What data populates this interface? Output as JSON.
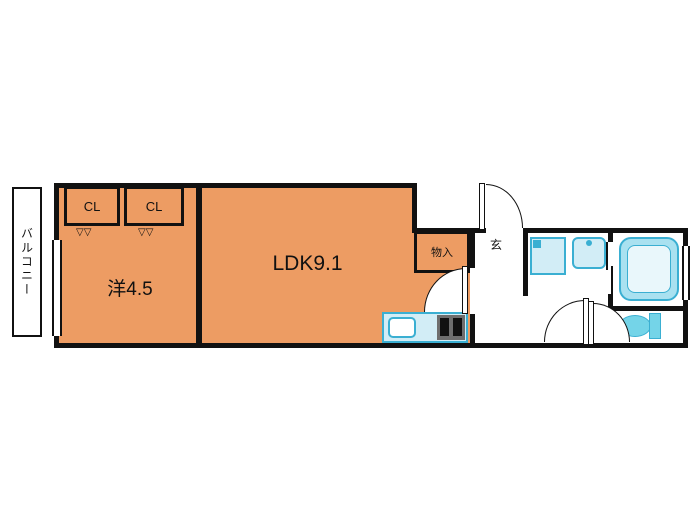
{
  "colors": {
    "room": "#ED9C63",
    "wall": "#111111",
    "fixture_fill": "#D2EDF6",
    "fixture_border": "#3AAFD2",
    "tub_fill": "#A9E1F0",
    "toilet_fill": "#74D4E8",
    "stove": "#6E6E6E"
  },
  "rooms": {
    "balcony": "バルコニー",
    "closet_left": "CL",
    "closet_right": "CL",
    "western_room": "洋4.5",
    "ldk": "LDK9.1",
    "storage": "物入",
    "entrance": "玄"
  },
  "icons": {
    "closet_door": "▽▽"
  }
}
